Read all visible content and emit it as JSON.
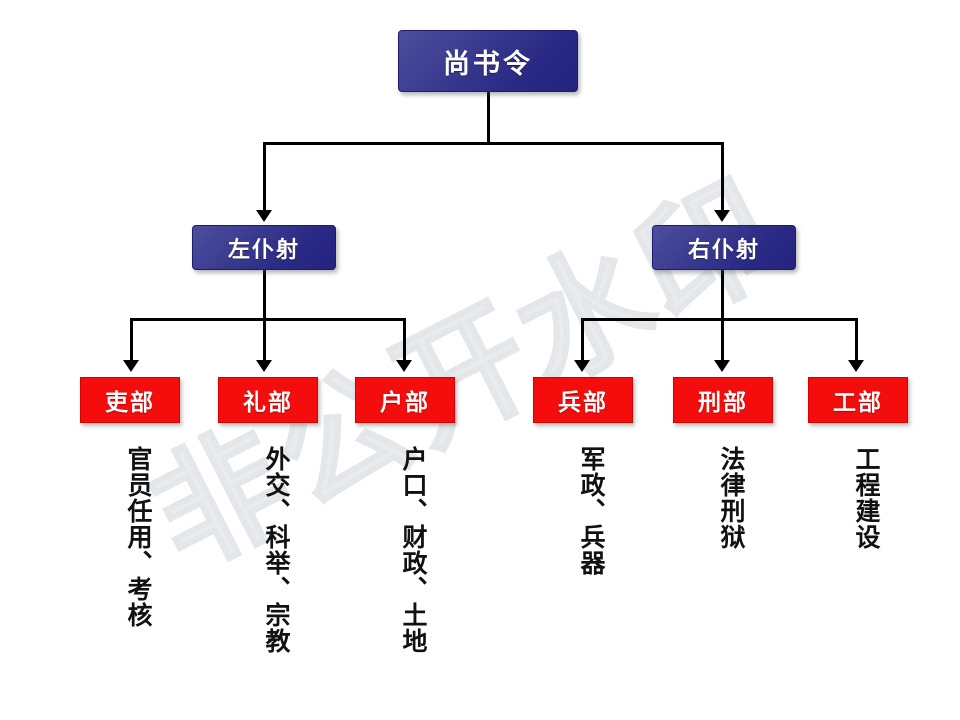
{
  "diagram": {
    "type": "org-chart",
    "watermark": "非公开水印",
    "root": {
      "label": "尚书令"
    },
    "level2": [
      {
        "label": "左仆射"
      },
      {
        "label": "右仆射"
      }
    ],
    "ministries": [
      {
        "label": "吏部",
        "duties": "官员任用、考核",
        "parent": "左仆射"
      },
      {
        "label": "礼部",
        "duties": "外交、科举、宗教",
        "parent": "左仆射"
      },
      {
        "label": "户部",
        "duties": "户口、财政、土地",
        "parent": "左仆射"
      },
      {
        "label": "兵部",
        "duties": "军政、兵器",
        "parent": "右仆射"
      },
      {
        "label": "刑部",
        "duties": "法律刑狱",
        "parent": "右仆射"
      },
      {
        "label": "工部",
        "duties": "工程建设",
        "parent": "右仆射"
      }
    ],
    "colors": {
      "level1_box": "#2a2a86",
      "level2_box": "#3a3a90",
      "ministry_box": "#f50c0c",
      "connector": "#000000",
      "caption_text": "#111111",
      "watermark": "#e9ebee",
      "background": "#ffffff"
    }
  }
}
